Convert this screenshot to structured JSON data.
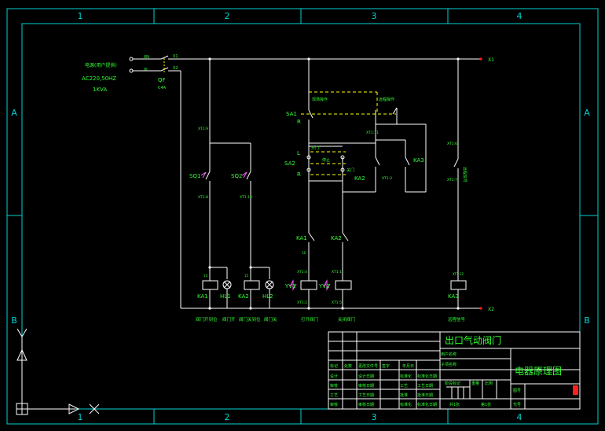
{
  "frame": {
    "columns": [
      "1",
      "2",
      "3",
      "4"
    ],
    "rows": [
      "A",
      "B"
    ]
  },
  "supply": {
    "label_cn": "电源(用户提供)",
    "spec": "AC220,50HZ",
    "power": "1KVA",
    "input_terms": [
      "0N",
      "0L"
    ],
    "breaker_label": "QF",
    "breaker_rating": "C4A",
    "line_labels": [
      "X1",
      "X2"
    ]
  },
  "terminals": {
    "xt1": "XT1:9",
    "xt2": "XT1:8",
    "xt3": "XT1:10",
    "xt4": "XT1:11",
    "xt5": "XT1:3",
    "xt6": "XT1:4",
    "xt7": "XT1:1",
    "xt8": "XT1:2",
    "xt9": "XT1:5",
    "xt10": "XT1:6",
    "xt11": "XT1:7",
    "xt12": "XT1:12",
    "wire13": "13",
    "wire15": "15",
    "wire16": "16"
  },
  "components": {
    "sa1": "SA1",
    "sa2": "SA2",
    "sa2_l": "L",
    "sa2_r": "R",
    "sa1_r": "R",
    "ka1": "KA1",
    "ka2": "KA2",
    "ka3": "KA3",
    "hl1": "HL1",
    "hl2": "HL2",
    "sq1": "SQ1",
    "sq2": "SQ2",
    "yv1": "YV1",
    "yv2": "YV2",
    "ka2_contact": "KA2",
    "ka3_contact": "KA3",
    "sa1_left_tag": "现场操作",
    "sa1_right_tag": "远程操作",
    "sa2_open": "开门",
    "sa2_stop": "停止",
    "sa2_close": "关门",
    "remote_tag": "远程信号"
  },
  "functions": {
    "f1": "阀门开到位",
    "f2": "阀门开",
    "f3": "阀门关到位",
    "f4": "阀门关",
    "f5": "打开阀门",
    "f6": "关闭阀门",
    "f7": "远程信号"
  },
  "title_block": {
    "project": "出口气动阀门",
    "drawing_title": "电器原理图",
    "customer_label": "用户名称",
    "subproject_label": "子项名称",
    "headers": [
      "标记",
      "处数",
      "更改文件号",
      "签字",
      "年月日"
    ],
    "rows": [
      [
        "设计",
        "设计日期",
        "标准化",
        "标准化日期"
      ],
      [
        "审核",
        "审核日期",
        "工艺",
        "工艺日期"
      ],
      [
        "工艺",
        "工艺日期",
        "批准",
        "批准日期"
      ],
      [
        "审核",
        "审核日期",
        "标准化",
        "标准化日期"
      ]
    ],
    "stage_label": "阶段标记",
    "weight_label": "重量",
    "scale_label": "比例",
    "sheet_total": "共1张",
    "sheet_no": "第1张",
    "drawing_no_label": "图号",
    "code_label": "代号"
  },
  "colors": {
    "frame": "#00d2d2",
    "wire": "#ffffff",
    "label": "#32ff32",
    "dashed_link": "#ffff00",
    "marker": "#ff2020"
  }
}
